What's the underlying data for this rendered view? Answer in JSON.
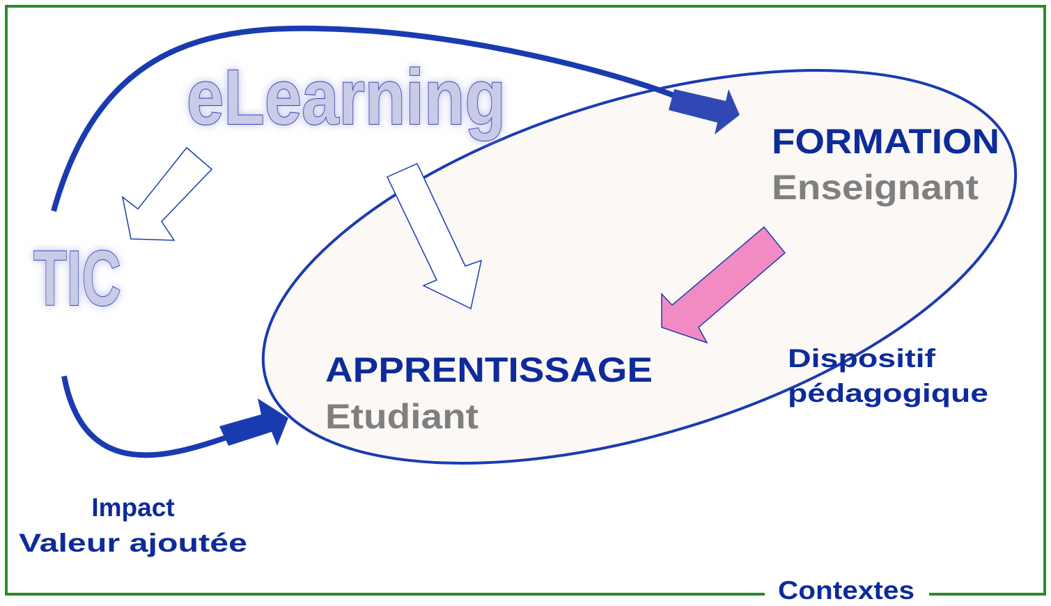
{
  "colors": {
    "frame": "#2a8a2a",
    "navy": "#0d2b9a",
    "gray": "#7f7f7f",
    "loop": "#1a3bb0",
    "ellipse_fill": "#fbf8f6",
    "pink": "#f28ac4"
  },
  "labels": {
    "elearning": "eLearning",
    "tic": "TIC",
    "formation": "FORMATION",
    "enseignant": "Enseignant",
    "apprentissage": "APPRENTISSAGE",
    "etudiant": "Etudiant",
    "dispositif_1": "Dispositif",
    "dispositif_2": "pédagogique",
    "impact": "Impact",
    "valeur": "Valeur ajoutée",
    "contextes": "Contextes"
  }
}
